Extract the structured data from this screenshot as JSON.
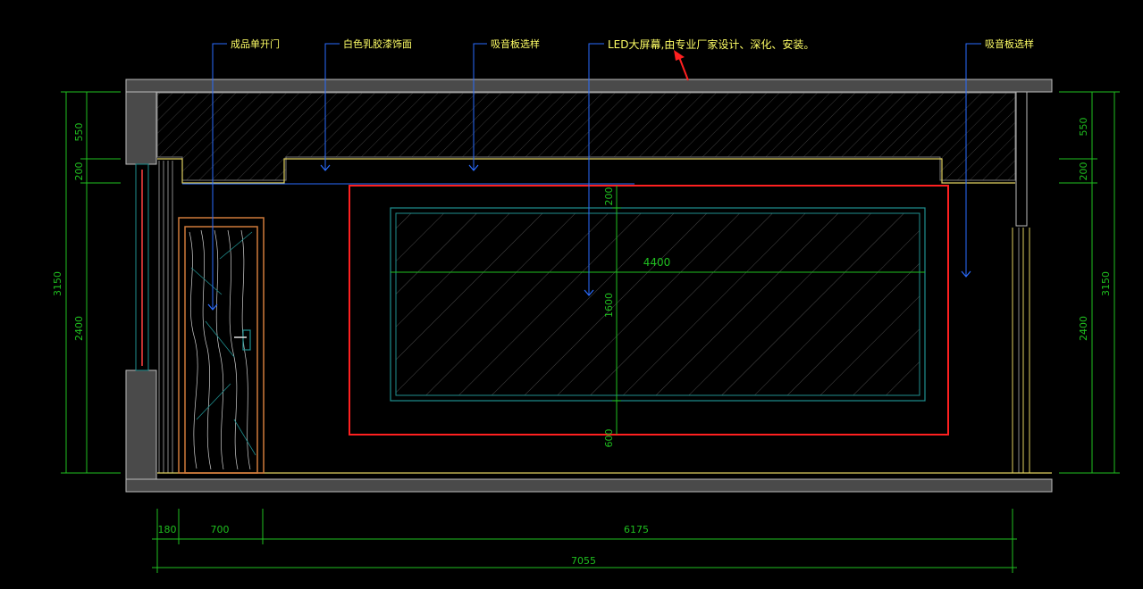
{
  "callouts": {
    "door": "成品单开门",
    "latex": "白色乳胶漆饰面",
    "acoustic_1": "吸音板选样",
    "led": "LED大屏幕,由专业厂家设计、深化、安装。",
    "acoustic_2": "吸音板选样"
  },
  "dimensions": {
    "left": {
      "d550": "550",
      "d200": "200",
      "d2400": "2400",
      "d3150": "3150"
    },
    "right": {
      "d550": "550",
      "d200": "200",
      "d2400": "2400",
      "d3150": "3150"
    },
    "screen": {
      "d200": "200",
      "d4400": "4400",
      "d1600": "1600",
      "d600": "600"
    },
    "bottom": {
      "d180": "180",
      "d700": "700",
      "d6175": "6175",
      "d7055": "7055"
    }
  },
  "colors": {
    "background": "#000000",
    "dimension": "#1fbf1f",
    "callout_text": "#ffff66",
    "leader": "#2a6cff",
    "wall": "#4a4a4a",
    "highlight": "#ff2020",
    "screen": "#1f8f8f",
    "door": "#d07a3a",
    "ceiling_edge": "#e0d060"
  }
}
